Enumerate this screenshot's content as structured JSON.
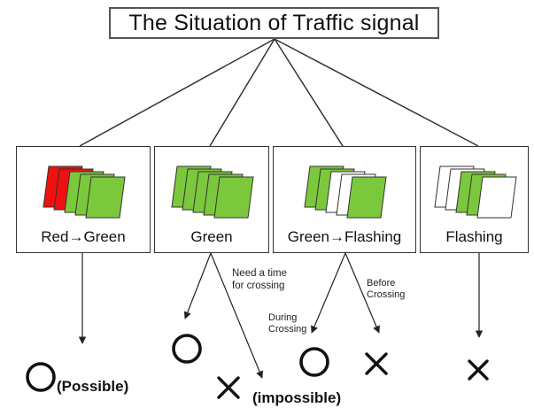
{
  "title": "The Situation of Traffic signal",
  "states": [
    {
      "label": "Red→Green",
      "signals": [
        "red",
        "red",
        "green",
        "green",
        "green"
      ]
    },
    {
      "label": "Green",
      "signals": [
        "green",
        "green",
        "green",
        "green",
        "green"
      ]
    },
    {
      "label": "Green→Flashing",
      "signals": [
        "green",
        "green",
        "white",
        "white",
        "green"
      ]
    },
    {
      "label": "Flashing",
      "signals": [
        "white",
        "white",
        "green",
        "green",
        "white"
      ]
    }
  ],
  "notes": {
    "need_time": "Need  a time\nfor crossing",
    "before_crossing": "Before\nCrossing",
    "during_crossing": "During\nCrossing"
  },
  "outcomes": {
    "possible_label": "(Possible)",
    "impossible_label": "(impossible)"
  },
  "colors": {
    "red": "#ee1111",
    "green": "#7cc83c",
    "white": "#ffffff",
    "stroke": "#333333"
  }
}
